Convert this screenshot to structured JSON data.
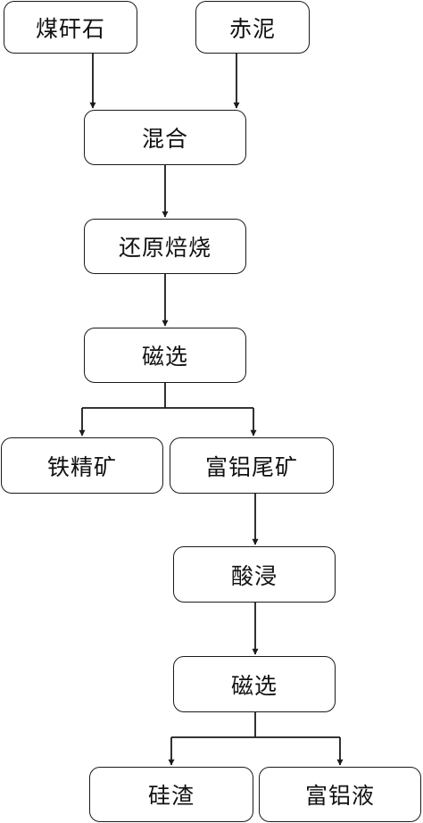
{
  "nodes": {
    "coal_gangue": "煤矸石",
    "red_mud": "赤泥",
    "mixing": "混合",
    "reduction_roasting": "还原焙烧",
    "magnetic_separation_1": "磁选",
    "iron_concentrate": "铁精矿",
    "aluminum_rich_tailings": "富铝尾矿",
    "acid_leaching": "酸浸",
    "magnetic_separation_2": "磁选",
    "silicon_slag": "硅渣",
    "aluminum_rich_liquid": "富铝液"
  },
  "colors": {
    "line": "#1a1a1a",
    "text": "#111111",
    "box_fill": "#ffffff"
  }
}
